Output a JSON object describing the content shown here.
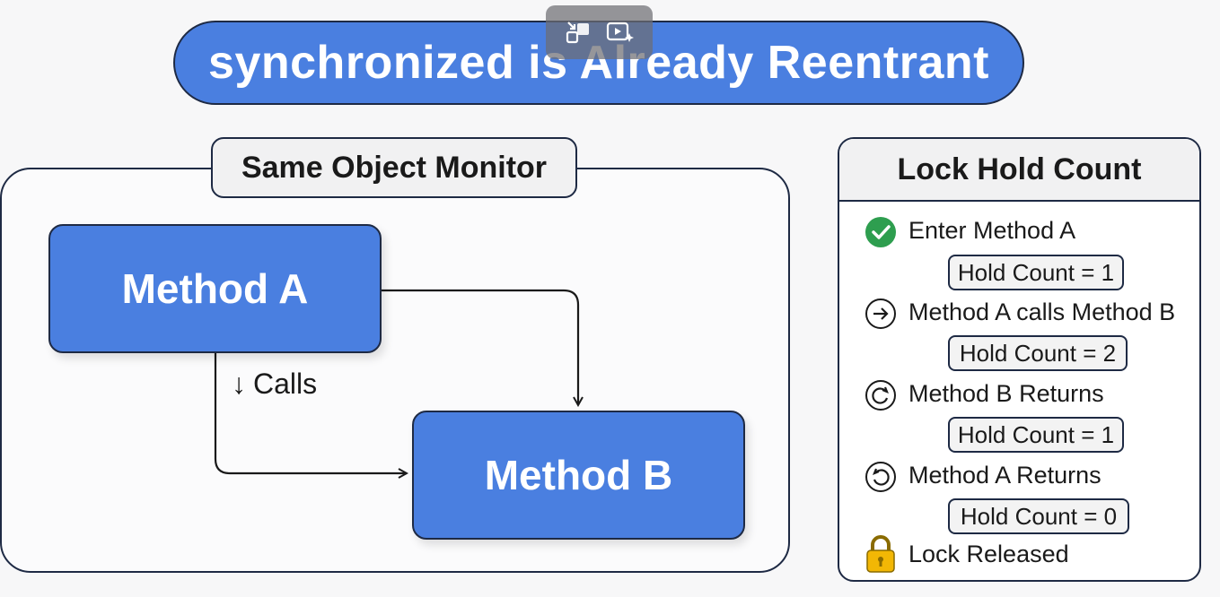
{
  "title": "synchronized is Already Reentrant",
  "toolbar": {
    "buttons": [
      {
        "icon": "picture-in-picture-icon"
      },
      {
        "icon": "video-sparkle-icon"
      }
    ]
  },
  "monitor": {
    "label": "Same Object Monitor",
    "method_a": "Method A",
    "method_b": "Method B",
    "calls_label": "Calls",
    "calls_arrow": "↓"
  },
  "lock_panel": {
    "title": "Lock Hold Count",
    "steps": [
      {
        "icon": "check-circle-icon",
        "label": "Enter Method A",
        "hold": "Hold Count = 1"
      },
      {
        "icon": "arrow-right-circle-icon",
        "label": "Method A calls Method B",
        "hold": "Hold Count = 2"
      },
      {
        "icon": "redo-circle-icon",
        "label": "Method B Returns",
        "hold": "Hold Count = 1"
      },
      {
        "icon": "undo-circle-icon",
        "label": "Method A Returns",
        "hold": "Hold Count = 0"
      }
    ],
    "final": {
      "icon": "padlock-icon",
      "label": "Lock Released"
    }
  },
  "colors": {
    "accent": "#4a7fe0",
    "outline": "#1e2a44",
    "check": "#2e9e4f",
    "lock": "#f2b705"
  }
}
